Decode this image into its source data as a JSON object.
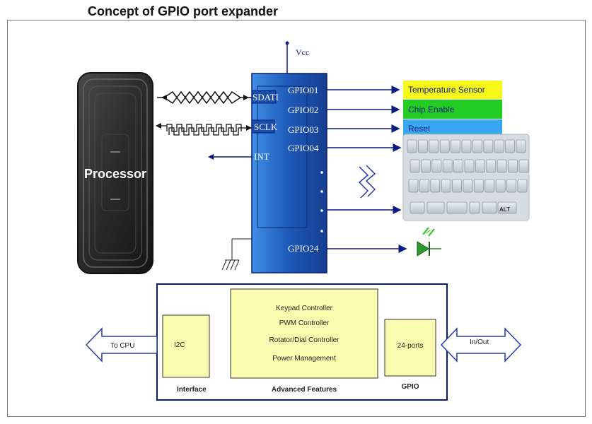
{
  "title": "Concept of GPIO port expander",
  "processor": {
    "label": "Processor"
  },
  "chip": {
    "vcc": "Vcc",
    "pins_left": [
      "SDATI",
      "SCLK",
      "INT"
    ],
    "gpio": [
      "GPIO01",
      "GPIO02",
      "GPIO03",
      "GPIO04",
      "GPIO24"
    ]
  },
  "outputs": {
    "temperature": "Temperature Sensor",
    "chip_enable": "Chip Enable",
    "reset": "Reset",
    "keypad_key": "ALT"
  },
  "bottom": {
    "to_cpu": "To CPU",
    "in_out": "In/Out",
    "i2c": "I2C",
    "interface": "Interface",
    "features": [
      "Keypad Controller",
      "PWM Controller",
      "Rotator/Dial Controller",
      "Power Management"
    ],
    "advanced": "Advanced Features",
    "ports": "24-ports",
    "gpio": "GPIO"
  },
  "colors": {
    "chip_blue": "#1f5fc0",
    "temp_bg": "#f7f71a",
    "enable_bg": "#22cc22",
    "reset_bg": "#39a8f0",
    "panel_bg": "#fcfcb0",
    "navy": "#0b1a80"
  }
}
